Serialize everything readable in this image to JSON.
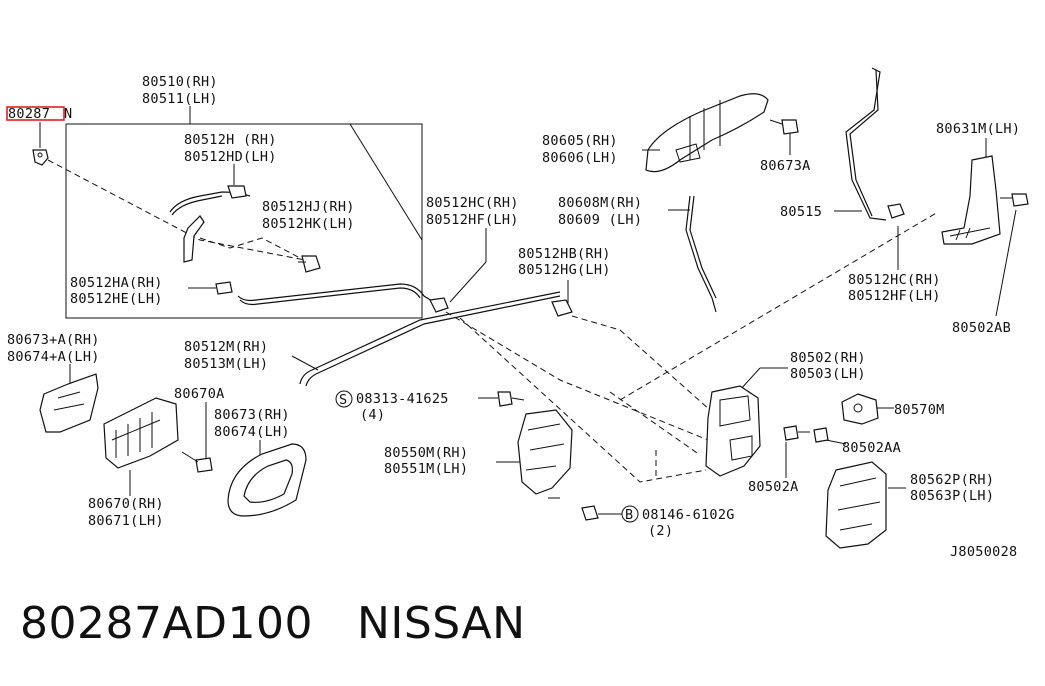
{
  "highlight": {
    "part": "80287",
    "suffix": "N",
    "color": "#e02020"
  },
  "labels": {
    "l80510": "80510(RH)",
    "l80511": "80511(LH)",
    "l80512h": "80512H (RH)",
    "l80512hd": "80512HD(LH)",
    "l80512hj": "80512HJ(RH)",
    "l80512hk": "80512HK(LH)",
    "l80512ha": "80512HA(RH)",
    "l80512he": "80512HE(LH)",
    "l80512hc_a": "80512HC(RH)",
    "l80512hf_a": "80512HF(LH)",
    "l80512hb": "80512HB(RH)",
    "l80512hg": "80512HG(LH)",
    "l80605": "80605(RH)",
    "l80606": "80606(LH)",
    "l80673a": "80673A",
    "l80608m": "80608M(RH)",
    "l80609": "80609 (LH)",
    "l80515": "80515",
    "l80631m": "80631M(LH)",
    "l80512hc_b": "80512HC(RH)",
    "l80512hf_b": "80512HF(LH)",
    "l80502ab": "80502AB",
    "l80673pa": "80673+A(RH)",
    "l80674pa": "80674+A(LH)",
    "l80512m": "80512M(RH)",
    "l80513m": "80513M(LH)",
    "l80670a": "80670A",
    "l80673": "80673(RH)",
    "l80674": "80674(LH)",
    "l80670": "80670(RH)",
    "l80671": "80671(LH)",
    "s_circle": "S",
    "l08313": "08313-41625",
    "l08313q": "(4)",
    "l80550m": "80550M(RH)",
    "l80551m": "80551M(LH)",
    "b_circle": "B",
    "l08146": "08146-6102G",
    "l08146q": "(2)",
    "l80502": "80502(RH)",
    "l80503": "80503(LH)",
    "l80570m": "80570M",
    "l80502aa": "80502AA",
    "l80502a": "80502A",
    "l80562p": "80562P(RH)",
    "l80563p": "80563P(LH)",
    "ref": "J8050028"
  },
  "caption": {
    "part_number": "80287AD100",
    "brand": "NISSAN"
  }
}
